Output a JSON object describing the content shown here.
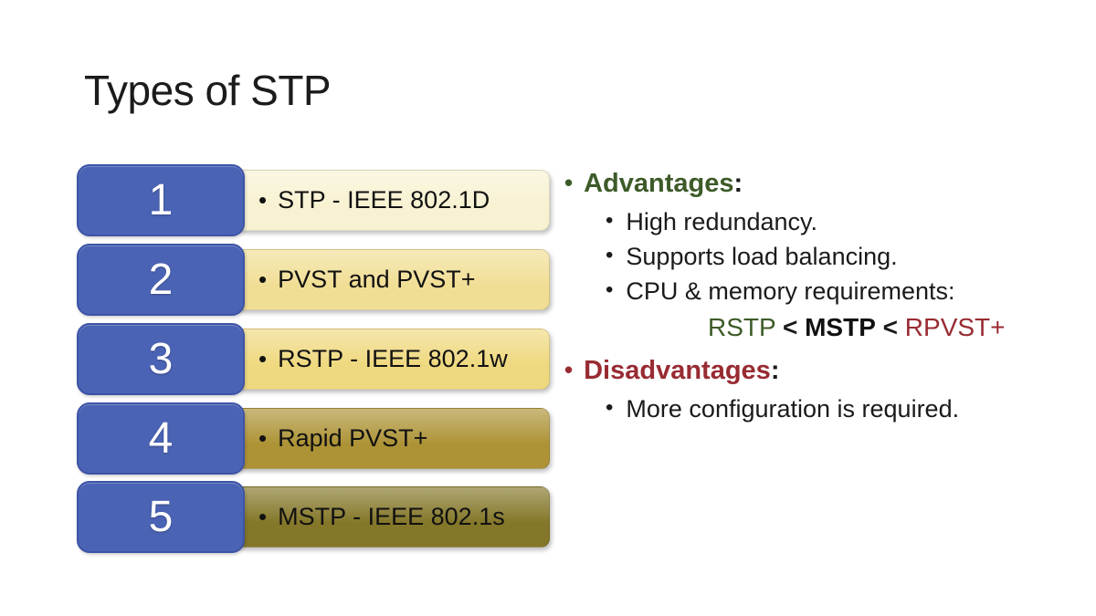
{
  "bullet": "•",
  "slide": {
    "title": "Types of STP",
    "colors": {
      "number_box_blue": "#4B63B4",
      "number_text": "#FFFFFF",
      "advantage_green": "#3D5B28",
      "disadvantage_red": "#982B32",
      "body_text": "#1A1A1A"
    },
    "stp_types": [
      {
        "number": "1",
        "label": "STP - IEEE 802.1D",
        "fill": "#F8F2D2"
      },
      {
        "number": "2",
        "label": "PVST and PVST+",
        "fill": "#F1DE95"
      },
      {
        "number": "3",
        "label": "RSTP - IEEE 802.1w",
        "fill": "#EFD980"
      },
      {
        "number": "4",
        "label": "Rapid PVST+",
        "fill": "#AD9336"
      },
      {
        "number": "5",
        "label": "MSTP - IEEE 802.1s",
        "fill": "#847729"
      }
    ],
    "advantages": {
      "heading": "Advantages",
      "colon": ":",
      "items": [
        "High redundancy.",
        "Supports load balancing.",
        "CPU & memory requirements:"
      ],
      "comparison": {
        "rstp": "RSTP",
        "lt1": "<",
        "mstp": "MSTP",
        "lt2": "<",
        "rpvst": "RPVST+"
      }
    },
    "disadvantages": {
      "heading": "Disadvantages",
      "colon": ":",
      "items": [
        "More configuration is required."
      ]
    }
  }
}
